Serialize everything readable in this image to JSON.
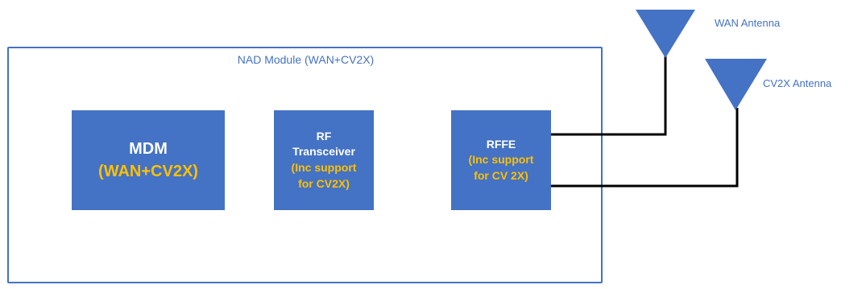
{
  "module": {
    "title": "NAD Module (WAN+CV2X)"
  },
  "blocks": {
    "mdm": {
      "title": "MDM",
      "sub": "(WAN+CV2X)"
    },
    "rf": {
      "title_lines": [
        "RF",
        "Transceiver"
      ],
      "sub_lines": [
        "(Inc support",
        "for CV2X)"
      ]
    },
    "rffe": {
      "title_lines": [
        "RFFE"
      ],
      "sub_lines": [
        "(Inc support",
        "for CV 2X)"
      ]
    }
  },
  "antennas": {
    "wan": {
      "label": "WAN Antenna"
    },
    "cv2x": {
      "label": "CV2X Antenna"
    }
  },
  "colors": {
    "block_fill": "#4472c4",
    "accent_text": "#ffc000",
    "wire": "#000000"
  }
}
